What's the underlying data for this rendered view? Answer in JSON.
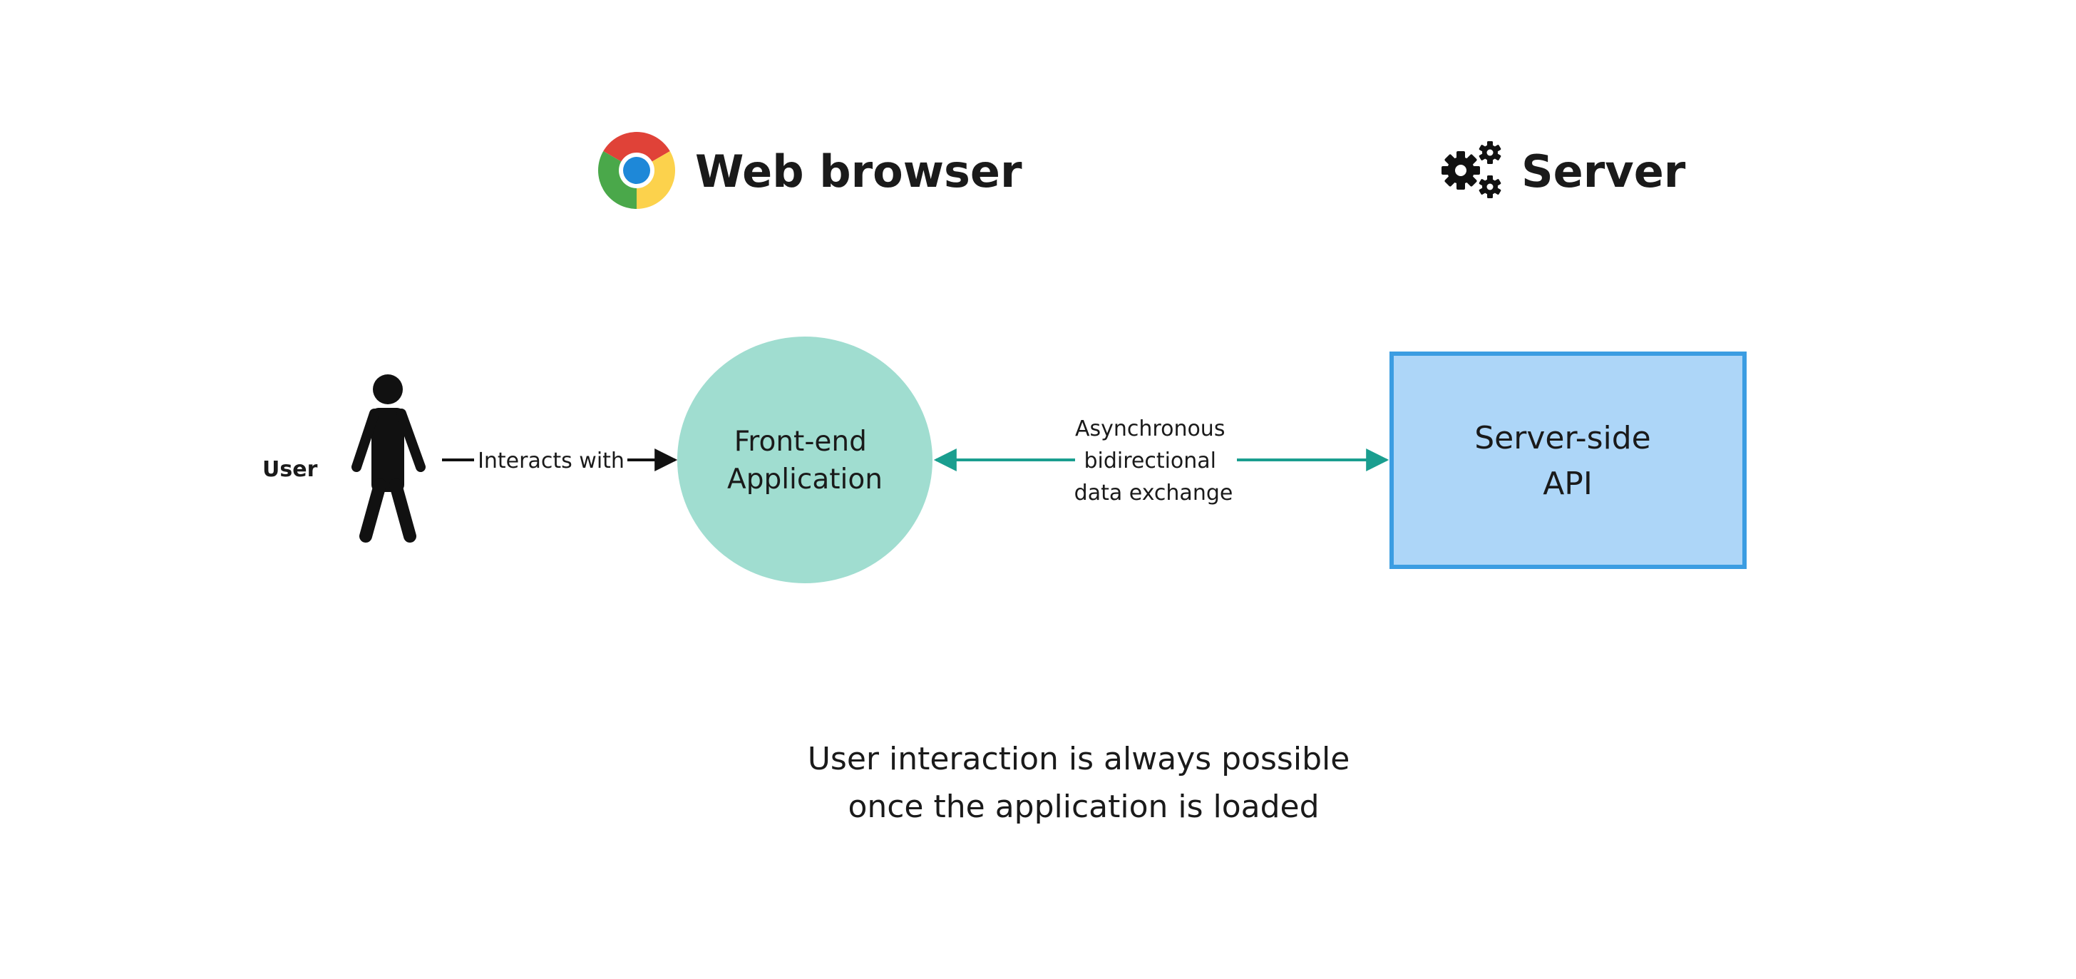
{
  "headers": {
    "browser_title": "Web browser",
    "browser_icon": "chrome-icon",
    "server_title": "Server",
    "server_icon": "gears-icon"
  },
  "user": {
    "label": "User",
    "icon": "person-icon"
  },
  "edges": {
    "user_to_frontend": "Interacts with",
    "exchange_lines": [
      "Asynchronous",
      "bidirectional",
      "data exchange"
    ]
  },
  "nodes": {
    "frontend_lines": [
      "Front-end",
      "Application"
    ],
    "api_lines": [
      "Server-side",
      "API"
    ]
  },
  "caption_lines": [
    "User interaction is always possible",
    "once the application is loaded"
  ],
  "colors": {
    "frontend_fill": "#a0ddd0",
    "api_fill": "#add6f8",
    "api_border": "#3b9de2",
    "exchange_arrow": "#1a9e8f",
    "chrome_red": "#e04238",
    "chrome_green": "#4aa84a",
    "chrome_yellow": "#fcd24c",
    "chrome_blue": "#1e88d8"
  }
}
